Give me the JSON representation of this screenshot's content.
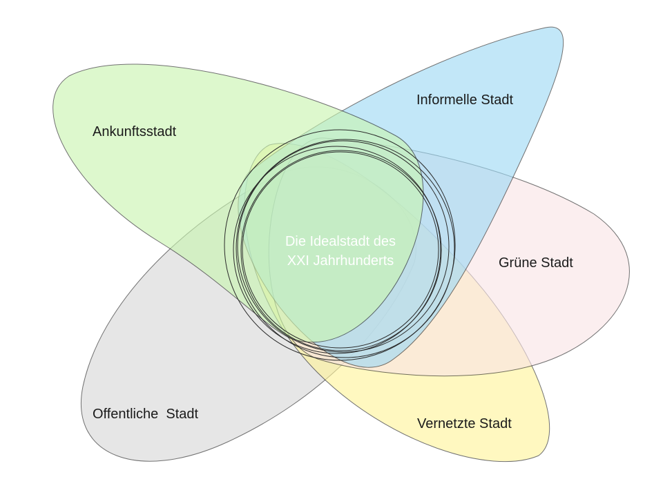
{
  "diagram": {
    "center": {
      "line1": "Die Idealstadt des",
      "line2": "XXI Jahrhunderts",
      "color": "#6e9e6c"
    },
    "petals": {
      "ankunft": {
        "label": "Ankunftsstadt",
        "color": "#c9f5b0"
      },
      "informell": {
        "label": "Informelle Stadt",
        "color": "#9dd9f5"
      },
      "gruen": {
        "label": "Grüne Stadt",
        "color": "#f9e4e6"
      },
      "vernetzt": {
        "label": "Vernetzte Stadt",
        "color": "#fff49a"
      },
      "oeffentlich": {
        "label": "Offentliche  Stadt",
        "color": "#d8d8d8"
      }
    }
  }
}
